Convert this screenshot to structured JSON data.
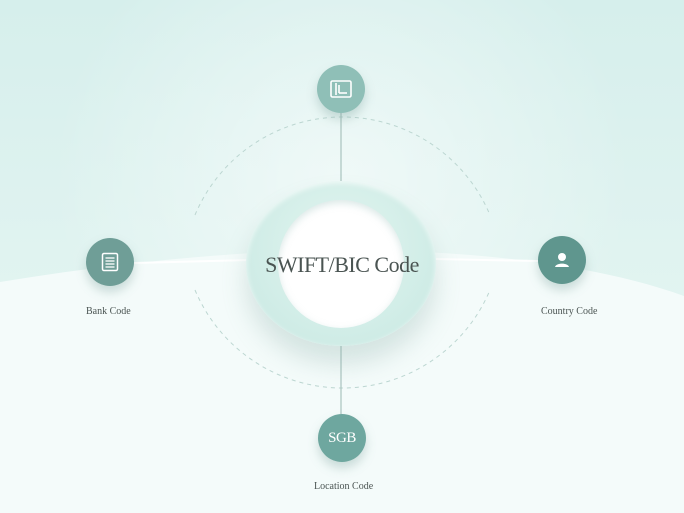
{
  "diagram": {
    "center_title": "SWIFT/BIC Code",
    "nodes": {
      "top": {
        "icon": "document-icon",
        "caption": ""
      },
      "left": {
        "icon": "ledger-icon",
        "caption": "Bank Code"
      },
      "right": {
        "icon": "person-icon",
        "caption": "Country Code"
      },
      "bottom": {
        "icon": "text-badge",
        "badge_text": "SGB",
        "caption": "Location Code"
      }
    },
    "colors": {
      "accent": "#6fa79f",
      "accent_dark": "#5f968e",
      "accent_light": "#8fbfb7",
      "ring": "#cfece6",
      "text": "#4a5452"
    }
  }
}
